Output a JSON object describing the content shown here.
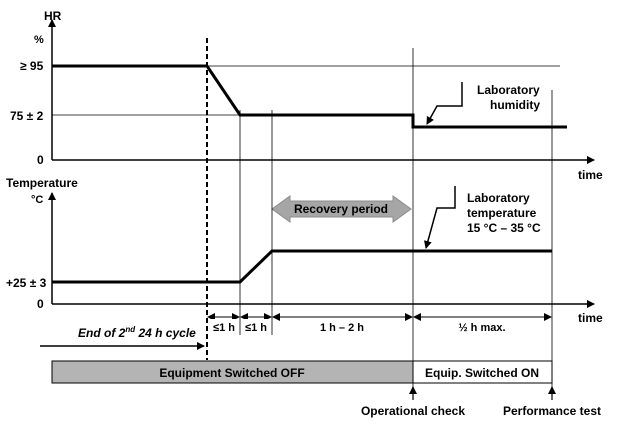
{
  "chart_data": {
    "type": "line",
    "top_plot": {
      "y_title": "HR",
      "y_unit": "%",
      "y_ticks": [
        "≥ 95",
        "75 ± 2",
        "0"
      ],
      "x_label": "time",
      "annotation": [
        "Laboratory",
        "humidity"
      ]
    },
    "bottom_plot": {
      "y_title": "Temperature",
      "y_unit": "°C",
      "y_ticks": [
        "+25 ± 3",
        "0"
      ],
      "x_label": "time",
      "annotation": [
        "Laboratory",
        "temperature",
        "15 °C – 35 °C"
      ],
      "recovery_label": "Recovery period"
    },
    "intervals": [
      "≤1 h",
      "≤1 h",
      "1 h – 2 h",
      "½ h max."
    ],
    "cycle_label": {
      "prefix": "End of 2",
      "sup": "nd",
      "suffix": " 24 h cycle"
    },
    "phases": {
      "off": "Equipment Switched OFF",
      "on": "Equip. Switched ON"
    },
    "checkpoints": {
      "operational": "Operational check",
      "performance": "Performance test"
    }
  }
}
